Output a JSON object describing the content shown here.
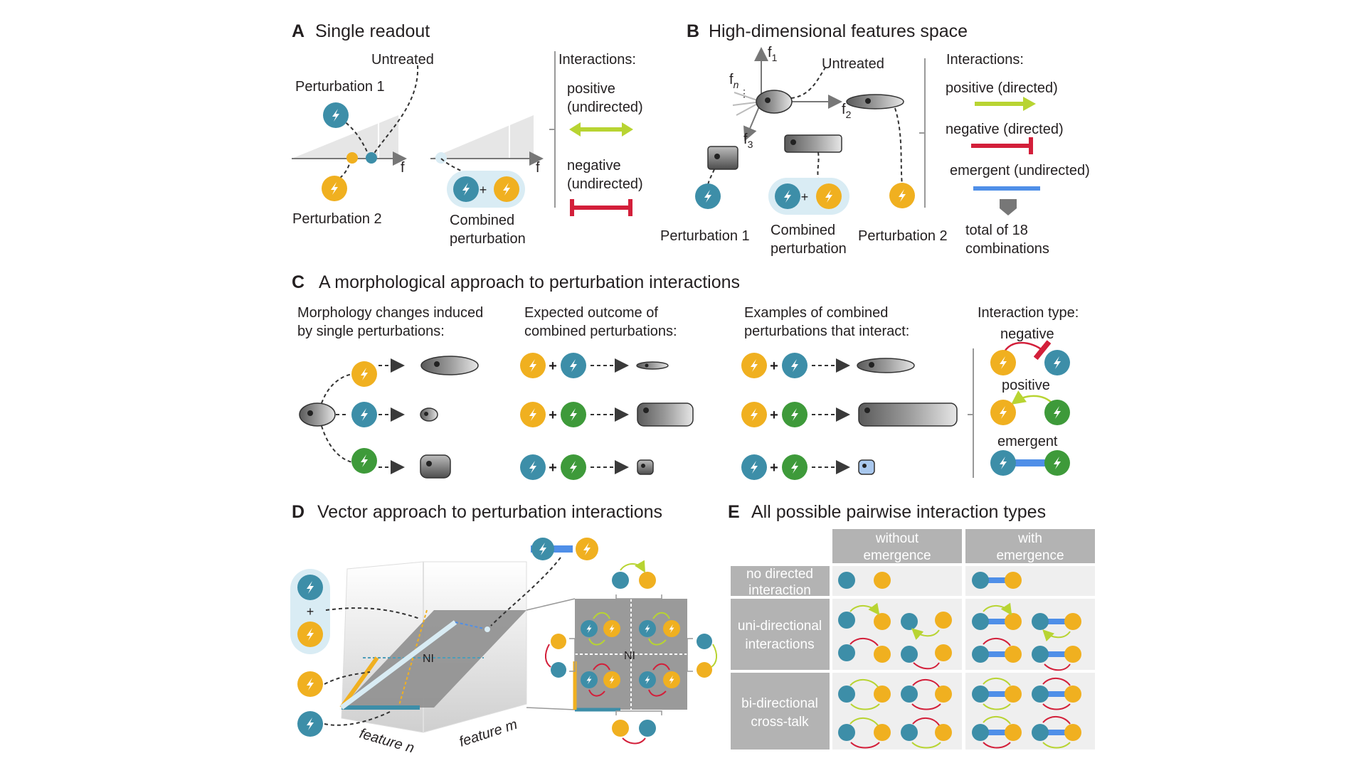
{
  "panels": {
    "A": {
      "letter": "A",
      "title": "Single readout",
      "untreated": "Untreated",
      "perturbation1": "Perturbation 1",
      "perturbation2": "Perturbation 2",
      "axis_f": "f",
      "combined_line1": "Combined",
      "combined_line2": "perturbation",
      "interactions_title": "Interactions:",
      "positive_line1": "positive",
      "positive_line2": "(undirected)",
      "negative_line1": "negative",
      "negative_line2": "(undirected)",
      "plus": "+"
    },
    "B": {
      "letter": "B",
      "title": "High-dimensional features space",
      "untreated": "Untreated",
      "f1": "f",
      "f1_sub": "1",
      "f2": "f",
      "f2_sub": "2",
      "f3": "f",
      "f3_sub": "3",
      "fn": "f",
      "fn_sub": "n",
      "dots": "⋮",
      "perturbation1": "Perturbation 1",
      "combined_line1": "Combined",
      "combined_line2": "perturbation",
      "perturbation2": "Perturbation 2",
      "interactions_title": "Interactions:",
      "positive": "positive (directed)",
      "negative": "negative (directed)",
      "emergent": "emergent (undirected)",
      "total_line1": "total of 18",
      "total_line2": "combinations",
      "plus": "+"
    },
    "C": {
      "letter": "C",
      "title": "A morphological approach to perturbation interactions",
      "col1_line1": "Morphology changes induced",
      "col1_line2": "by single perturbations:",
      "col2_line1": "Expected outcome of",
      "col2_line2": "combined perturbations:",
      "col3_line1": "Examples of combined",
      "col3_line2": "perturbations that interact:",
      "col4_title": "Interaction type:",
      "negative": "negative",
      "positive": "positive",
      "emergent": "emergent",
      "plus": "+"
    },
    "D": {
      "letter": "D",
      "title": "Vector approach to perturbation interactions",
      "ni": "NI",
      "feature_n": "feature n",
      "feature_m": "feature m",
      "plus": "+"
    },
    "E": {
      "letter": "E",
      "title": "All possible pairwise interaction types",
      "col_without_1": "without",
      "col_without_2": "emergence",
      "col_with_1": "with",
      "col_with_2": "emergence",
      "row1_1": "no directed",
      "row1_2": "interaction",
      "row2_1": "uni-directional",
      "row2_2": "interactions",
      "row3_1": "bi-directional",
      "row3_2": "cross-talk"
    }
  },
  "colors": {
    "teal": "#3d8ea8",
    "orange": "#f0b020",
    "green": "#3e9a3a",
    "lime": "#b8d432",
    "red": "#d31f3a",
    "blue": "#4f8fe8",
    "gray_header": "#b3b3b3",
    "gray_cell": "#efefef",
    "light_bg": "#d9ecf4"
  }
}
